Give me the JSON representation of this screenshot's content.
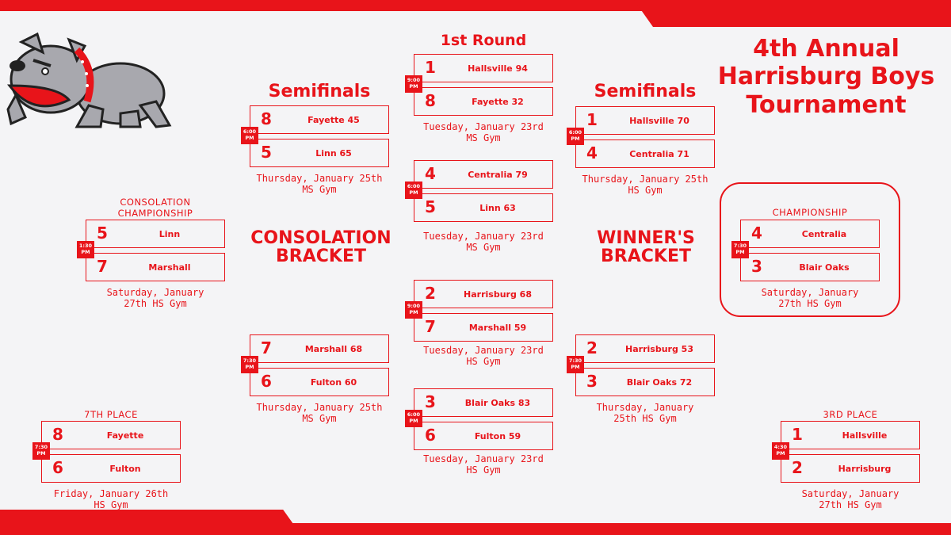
{
  "title": {
    "line1": "4th Annual",
    "line2": "Harrisburg Boys",
    "line3": "Tournament"
  },
  "headings": {
    "round1": "1st Round",
    "semis_left": "Semifinals",
    "semis_right": "Semifinals",
    "consolation_bracket_1": "CONSOLATION",
    "consolation_bracket_2": "BRACKET",
    "winners_bracket_1": "WINNER'S",
    "winners_bracket_2": "BRACKET",
    "consolation_champ_1": "CONSOLATION",
    "consolation_champ_2": "CHAMPIONSHIP",
    "championship": "CHAMPIONSHIP",
    "seventh_place": "7TH PLACE",
    "third_place": "3RD PLACE"
  },
  "colors": {
    "accent": "#e8141a",
    "background": "#f4f4f6",
    "mascot_gray": "#a8a8ae"
  },
  "icons": {
    "mascot": "bulldog-mascot-icon"
  },
  "matches": {
    "r1_1": {
      "time1": "9:00",
      "time2": "PM",
      "top": {
        "seed": "1",
        "team": "Hallsville 94"
      },
      "bottom": {
        "seed": "8",
        "team": "Fayette 32"
      },
      "date1": "Tuesday, January 23rd",
      "date2": "MS Gym"
    },
    "r1_2": {
      "time1": "6:00",
      "time2": "PM",
      "top": {
        "seed": "4",
        "team": "Centralia 79"
      },
      "bottom": {
        "seed": "5",
        "team": "Linn 63"
      },
      "date1": "Tuesday, January 23rd",
      "date2": "MS Gym"
    },
    "r1_3": {
      "time1": "9:00",
      "time2": "PM",
      "top": {
        "seed": "2",
        "team": "Harrisburg 68"
      },
      "bottom": {
        "seed": "7",
        "team": "Marshall 59"
      },
      "date1": "Tuesday, January 23rd",
      "date2": "HS Gym"
    },
    "r1_4": {
      "time1": "6:00",
      "time2": "PM",
      "top": {
        "seed": "3",
        "team": "Blair Oaks 83"
      },
      "bottom": {
        "seed": "6",
        "team": "Fulton 59"
      },
      "date1": "Tuesday, January 23rd",
      "date2": "HS Gym"
    },
    "semi_l1": {
      "time1": "6:00",
      "time2": "PM",
      "top": {
        "seed": "8",
        "team": "Fayette 45"
      },
      "bottom": {
        "seed": "5",
        "team": "Linn 65"
      },
      "date1": "Thursday, January 25th",
      "date2": "MS Gym"
    },
    "semi_l2": {
      "time1": "7:30",
      "time2": "PM",
      "top": {
        "seed": "7",
        "team": "Marshall 68"
      },
      "bottom": {
        "seed": "6",
        "team": "Fulton 60"
      },
      "date1": "Thursday, January 25th",
      "date2": "MS Gym"
    },
    "semi_r1": {
      "time1": "6:00",
      "time2": "PM",
      "top": {
        "seed": "1",
        "team": "Hallsville 70"
      },
      "bottom": {
        "seed": "4",
        "team": "Centralia 71"
      },
      "date1": "Thursday, January 25th",
      "date2": "HS Gym"
    },
    "semi_r2": {
      "time1": "7:30",
      "time2": "PM",
      "top": {
        "seed": "2",
        "team": "Harrisburg 53"
      },
      "bottom": {
        "seed": "3",
        "team": "Blair Oaks 72"
      },
      "date1": "Thursday, January",
      "date2": "25th HS Gym"
    },
    "consolation": {
      "time1": "1:30",
      "time2": "PM",
      "top": {
        "seed": "5",
        "team": "Linn"
      },
      "bottom": {
        "seed": "7",
        "team": "Marshall"
      },
      "date1": "Saturday, January",
      "date2": "27th HS Gym"
    },
    "championship": {
      "time1": "7:30",
      "time2": "PM",
      "top": {
        "seed": "4",
        "team": "Centralia"
      },
      "bottom": {
        "seed": "3",
        "team": "Blair Oaks"
      },
      "date1": "Saturday, January",
      "date2": "27th HS Gym"
    },
    "seventh": {
      "time1": "7:30",
      "time2": "PM",
      "top": {
        "seed": "8",
        "team": "Fayette"
      },
      "bottom": {
        "seed": "6",
        "team": "Fulton"
      },
      "date1": "Friday, January 26th",
      "date2": "HS Gym"
    },
    "third": {
      "time1": "4:30",
      "time2": "PM",
      "top": {
        "seed": "1",
        "team": "Hallsville"
      },
      "bottom": {
        "seed": "2",
        "team": "Harrisburg"
      },
      "date1": "Saturday, January",
      "date2": "27th HS Gym"
    }
  }
}
